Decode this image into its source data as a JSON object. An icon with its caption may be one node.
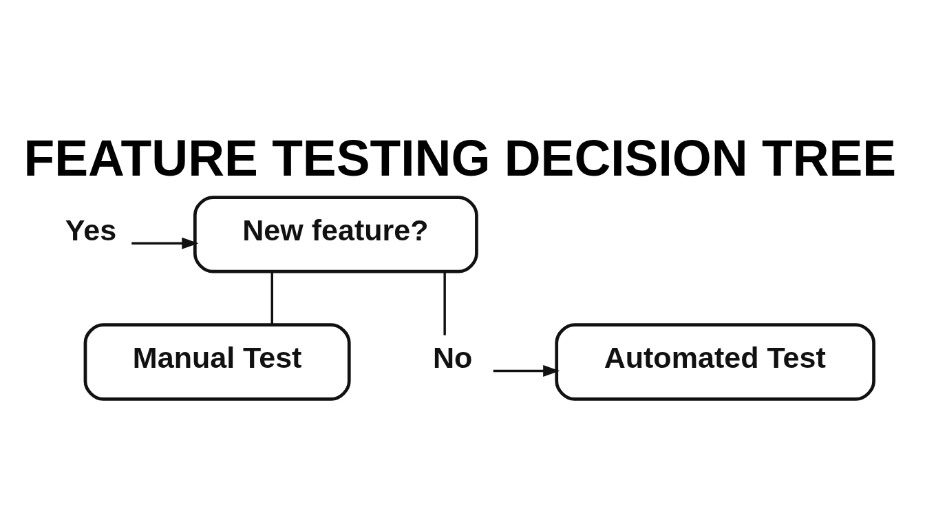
{
  "diagram": {
    "title": "FEATURE TESTING DECISION TREE",
    "nodes": [
      {
        "text": [
          "Yes"
        ]
      },
      {
        "text": [
          "New feature?"
        ]
      },
      {
        "text": [
          "Manual Test"
        ]
      },
      {
        "text": [
          "No"
        ]
      },
      {
        "text": [
          "Automated Test"
        ]
      }
    ],
    "edges": [
      {
        "from": 0,
        "to": 1,
        "arrow": "to"
      },
      {
        "from": 1,
        "to": 2,
        "arrow": "none"
      },
      {
        "from": 1,
        "to": 3,
        "arrow": "none"
      },
      {
        "from": 3,
        "to": 4,
        "arrow": "to"
      }
    ]
  }
}
